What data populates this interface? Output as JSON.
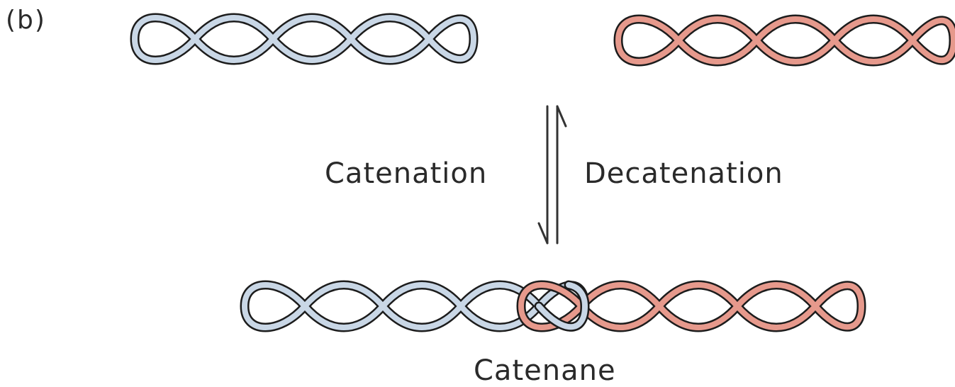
{
  "diagram": {
    "panel_label": "(b)",
    "forward_label": "Catenation",
    "reverse_label": "Decatenation",
    "product_label": "Catenane"
  },
  "colors": {
    "blue_fill": "#c9d7e6",
    "red_fill": "#e6998c",
    "outline": "#1c1c1c",
    "arrow": "#333333"
  }
}
